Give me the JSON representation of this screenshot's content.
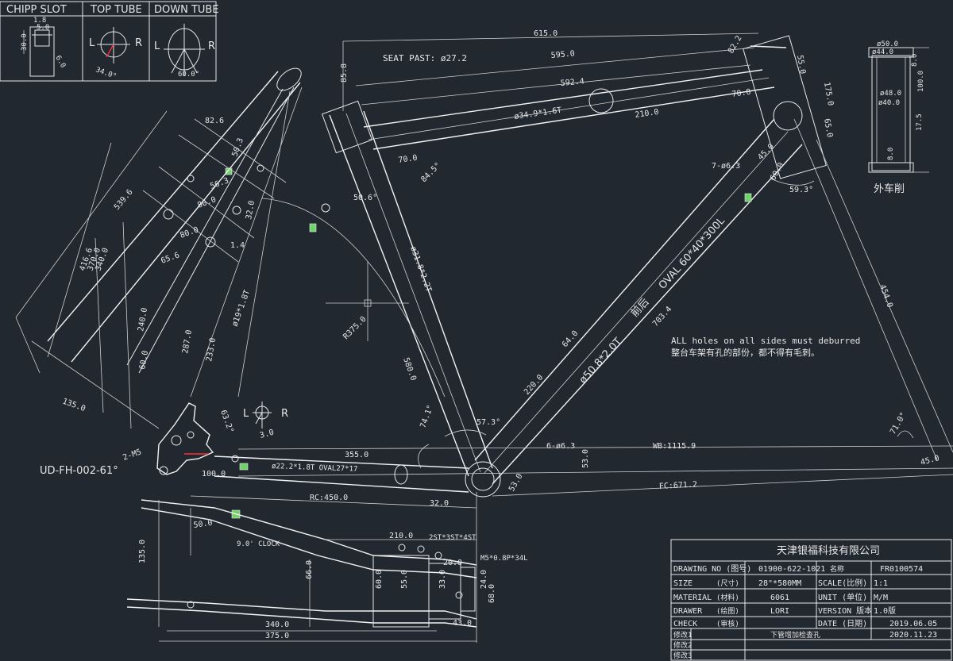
{
  "legend": {
    "chipp_slot": "CHIPP SLOT",
    "top_tube": "TOP TUBE",
    "down_tube": "DOWN TUBE",
    "dim_18": "1.8",
    "dim_50": "5.0",
    "dim_300": "30.0",
    "dim_60": "6.0",
    "dim_340": "34.0°",
    "dim_600": "60.0°",
    "l": "L",
    "r": "R"
  },
  "frame": {
    "seat_past": "SEAT PAST: ø27.2",
    "top_615": "615.0",
    "top_595": "595.0",
    "top_5924": "592.4",
    "top_tube_spec": "ø34.9*1.6T",
    "d_2100": "210.0",
    "d_700a": "70.0",
    "d_700b": "70.0",
    "d_858": "85.8",
    "d_845": "84.5°",
    "d_506": "50.6°",
    "d_822": "82.2",
    "d_550": "55.0",
    "d_1750": "175.0",
    "d_650": "65.0",
    "d_600h": "60.0",
    "d_450a": "45.0",
    "d_593": "59.3°",
    "d_7holes": "7-ø6.3",
    "down_tube_spec_cn": "前后",
    "down_tube_oval": "OVAL 60*40*300L",
    "seat_tube_spec": "ø31.8*2.2T",
    "d_5800": "580.0",
    "d_7034": "703.4",
    "d_508": "ø50.8*2.0T",
    "d_640": "64.0",
    "d_2200": "220.0",
    "d_4540": "454.0",
    "d_710": "71.0°",
    "d_450b": "45.0",
    "d_573": "57.3°",
    "d_741": "74.1°",
    "d_6holes": "6-ø6.3",
    "d_530": "53.0",
    "d_530b": "53.0",
    "wb": "WB:1115.9",
    "fc": "FC:671.2",
    "d_3550": "355.0",
    "chainstay_spec": "ø22.2*1.8T OVAL27*17",
    "rc": "RC:450.0",
    "d_1000": "100.0",
    "d_320": "32.0",
    "r375": "R375.0",
    "d_632": "63.2°",
    "d_30": "3.0",
    "ud": "UD-FH-002-61°",
    "d_2m5": "2-M5",
    "note_en": "ALL holes on all sides must deburred",
    "note_cn": "整台车架有孔的部份，都不得有毛刺。"
  },
  "seatstay": {
    "d_826": "82.6",
    "d_5396": "539.6",
    "d_4166": "416.6",
    "d_3700": "370.0",
    "d_3400": "340.0",
    "d_2400": "240.0",
    "d_2870": "287.0",
    "d_2330": "233.0",
    "d_600": "60.0",
    "d_800a": "80.0",
    "d_800b": "80.0",
    "d_656": "65.6",
    "d_320": "32.0",
    "d_14": "1.4",
    "d_1350": "135.0",
    "d_spec": "ø19*1.8T",
    "d_503": "50.3",
    "d_563": "56.3"
  },
  "chainstay_view": {
    "d_500": "50.0",
    "d_2100": "210.0",
    "d_1350": "135.0",
    "d_660": "66.0",
    "d_600": "60.0",
    "d_550": "55.0",
    "d_330": "33.0",
    "d_240": "24.0",
    "d_680": "68.0",
    "d_430": "43.0",
    "d_3400": "340.0",
    "d_3750": "375.0",
    "clock": "9.0' CLOCK",
    "holes": "2ST*3ST*4ST",
    "m5": "M5*0.8P*34L",
    "d_200": "20.0"
  },
  "head_tube": {
    "d_500": "ø50.0",
    "d_440": "ø44.0",
    "d_480": "ø48.0",
    "d_400": "ø40.0",
    "d_1000": "100.0",
    "d_175": "17.5",
    "d_80": "8.0",
    "d_80b": "8.0",
    "label": "外车削"
  },
  "title_block": {
    "company": "天津银福科技有限公司",
    "drawing_no_label": "DRAWING NO (图号)",
    "drawing_no": "01900-622-1021",
    "name_label": "名称",
    "name_value": "FR0100574",
    "size_label": "SIZE",
    "size_cn": "(尺寸)",
    "size_value": "28\"*580MM",
    "scale_label": "SCALE(比例)",
    "scale_value": "1:1",
    "material_label": "MATERIAL",
    "material_cn": "(材料)",
    "material_value": "6061",
    "unit_label": "UNIT (单位)",
    "unit_value": "M/M",
    "drawer_label": "DRAWER",
    "drawer_cn": "(绘图)",
    "drawer_value": "LORI",
    "version_label": "VERSION 版本",
    "version_value": "1.0版",
    "check_label": "CHECK",
    "check_cn": "(审核)",
    "date_label": "DATE (日期)",
    "date_value1": "2019.06.05",
    "rev_label1": "修改1",
    "rev_text": "下管增加检查孔",
    "date_value2": "2020.11.23",
    "rev_label2": "修改2",
    "rev_label3": "修改3"
  }
}
